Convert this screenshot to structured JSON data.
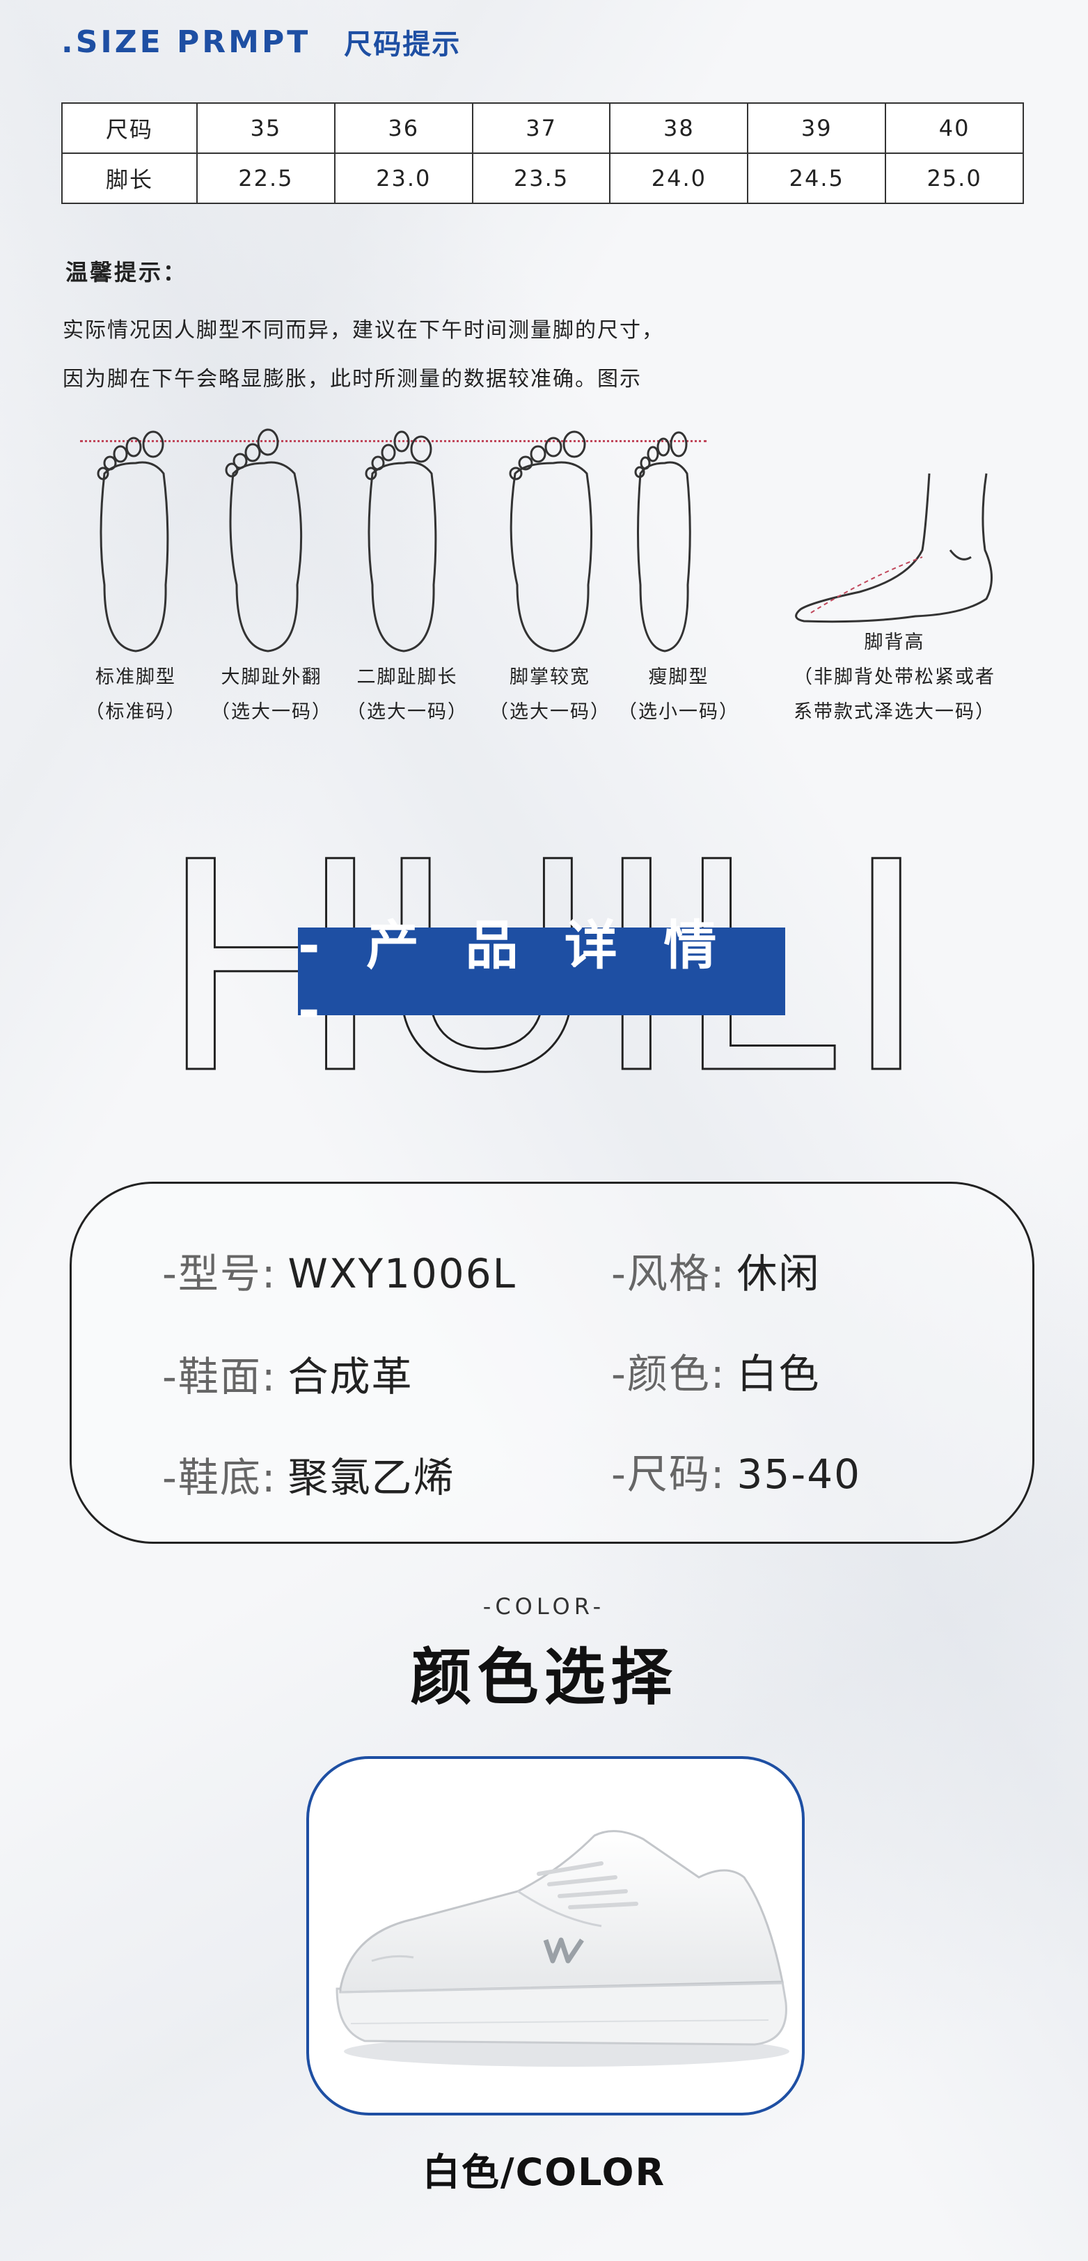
{
  "header": {
    "title_en": ".SIZE PRMPT",
    "title_cn": "尺码提示"
  },
  "size_table": {
    "row1_label": "尺码",
    "row2_label": "脚长",
    "sizes": [
      "35",
      "36",
      "37",
      "38",
      "39",
      "40"
    ],
    "lengths": [
      "22.5",
      "23.0",
      "23.5",
      "24.0",
      "24.5",
      "25.0"
    ]
  },
  "tips": {
    "title": "温馨提示：",
    "line1": "实际情况因人脚型不同而异，建议在下午时间测量脚的尺寸，",
    "line2": "因为脚在下午会略显膨胀，此时所测量的数据较准确。图示"
  },
  "feet": [
    {
      "name": "标准脚型",
      "advice": "（标准码）"
    },
    {
      "name": "大脚趾外翻",
      "advice": "（选大一码）"
    },
    {
      "name": "二脚趾脚长",
      "advice": "（选大一码）"
    },
    {
      "name": "脚掌较宽",
      "advice": "（选大一码）"
    },
    {
      "name": "瘦脚型",
      "advice": "（选小一码）"
    },
    {
      "name": "脚背高",
      "advice": "（非脚背处带松紧或者",
      "advice2": "系带款式泽选大一码）"
    }
  ],
  "brand_watermark": "HUILI",
  "banner": {
    "label": "- 产 品 详 情 -"
  },
  "specs": {
    "model_key": "-型号:",
    "model_val": "WXY1006L",
    "style_key": "-风格:",
    "style_val": "休闲",
    "upper_key": "-鞋面:",
    "upper_val": "合成革",
    "color_key": "-颜色:",
    "color_val": "白色",
    "sole_key": "-鞋底:",
    "sole_val": "聚氯乙烯",
    "size_key": "-尺码:",
    "size_val": "35-40"
  },
  "color_section": {
    "label_en": "-COLOR-",
    "title_cn": "颜色选择",
    "option_label": "白色/COLOR"
  },
  "colors": {
    "accent": "#1e4fa3",
    "text": "#222222"
  }
}
